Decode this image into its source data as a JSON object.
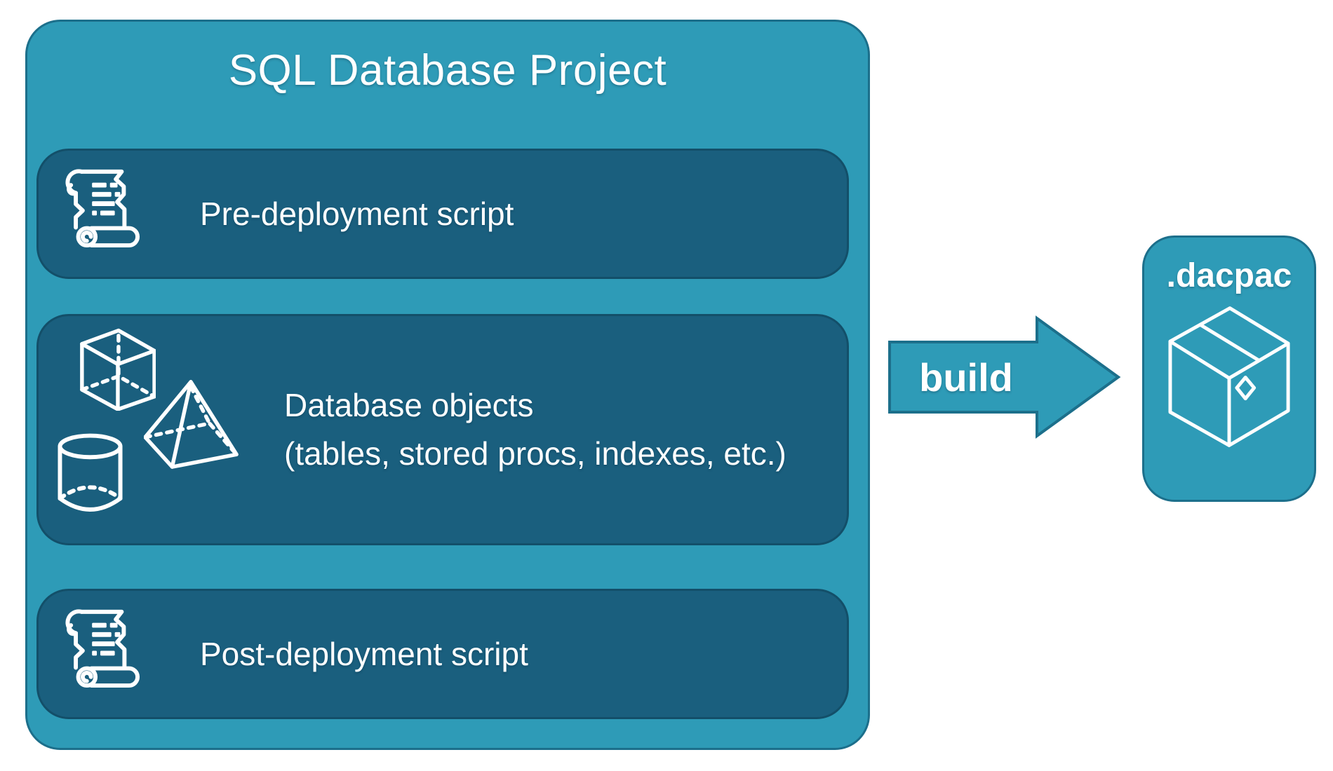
{
  "colors": {
    "background": "#ffffff",
    "teal_fill": "#2E9BB7",
    "teal_border": "#1C6F8B",
    "dark_panel_fill": "#1A5F7E",
    "dark_panel_border": "#134F69",
    "text": "#ffffff"
  },
  "project": {
    "title": "SQL Database Project",
    "items": [
      {
        "icon": "scroll-icon",
        "label": "Pre-deployment script"
      },
      {
        "icon": "geometric-shapes-icons",
        "label": "Database objects",
        "sublabel": "(tables, stored procs, indexes, etc.)"
      },
      {
        "icon": "scroll-icon",
        "label": "Post-deployment script"
      }
    ]
  },
  "arrow": {
    "label": "build"
  },
  "output": {
    "label": ".dacpac",
    "icon": "package-icon"
  }
}
